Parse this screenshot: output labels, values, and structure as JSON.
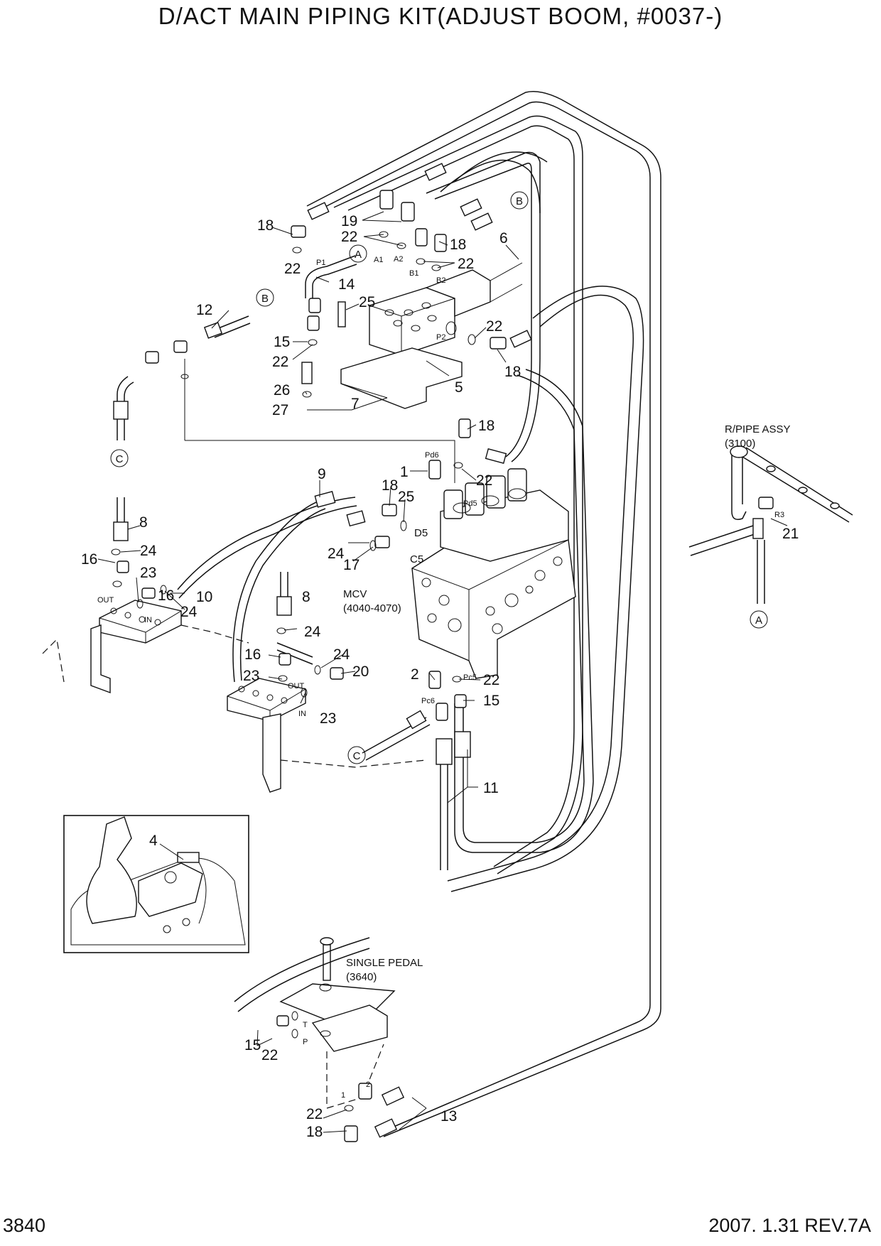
{
  "title": "D/ACT MAIN PIPING KIT(ADJUST BOOM, #0037-)",
  "footer": {
    "page": "3840",
    "revision": "2007. 1.31  REV.7A"
  },
  "callouts": {
    "c1": "1",
    "c2": "2",
    "c4": "4",
    "c5": "5",
    "c6": "6",
    "c7": "7",
    "c8a": "8",
    "c8b": "8",
    "c9": "9",
    "c10": "10",
    "c11": "11",
    "c12": "12",
    "c13": "13",
    "c14": "14",
    "c15a": "15",
    "c15b": "15",
    "c15c": "15",
    "c16a": "16",
    "c16b": "16",
    "c16c": "16",
    "c17": "17",
    "c18a": "18",
    "c18b": "18",
    "c18c": "18",
    "c18d": "18",
    "c18e": "18",
    "c18f": "18",
    "c19": "19",
    "c20": "20",
    "c21": "21",
    "c22a": "22",
    "c22b": "22",
    "c22c": "22",
    "c22d": "22",
    "c22e": "22",
    "c22f": "22",
    "c22g": "22",
    "c22h": "22",
    "c23a": "23",
    "c23b": "23",
    "c23c": "23",
    "c24a": "24",
    "c24b": "24",
    "c24c": "24",
    "c24d": "24",
    "c24e": "24",
    "c25a": "25",
    "c25b": "25",
    "c26": "26",
    "c27": "27"
  },
  "connectors": {
    "A1": "A",
    "A2": "A",
    "B1": "B",
    "B2": "B",
    "C1": "C",
    "C2": "C"
  },
  "ports": {
    "P1": "P1",
    "A1": "A1",
    "A2": "A2",
    "B1": "B1",
    "B2": "B2",
    "P2": "P2",
    "Pd6": "Pd6",
    "Pd5": "Pd5",
    "D5": "D5",
    "C5": "C5",
    "Pc5": "Pc5",
    "Pc6": "Pc6",
    "R3": "R3",
    "OUT1": "OUT",
    "IN1": "IN",
    "OUT2": "OUT",
    "IN2": "IN",
    "T": "T",
    "P": "P",
    "one": "1",
    "two": "2"
  },
  "labels": {
    "mcv": "MCV",
    "mcv_ref": "(4040-4070)",
    "rpipe": "R/PIPE ASSY",
    "rpipe_ref": "(3100)",
    "pedal": "SINGLE PEDAL",
    "pedal_ref": "(3640)"
  }
}
